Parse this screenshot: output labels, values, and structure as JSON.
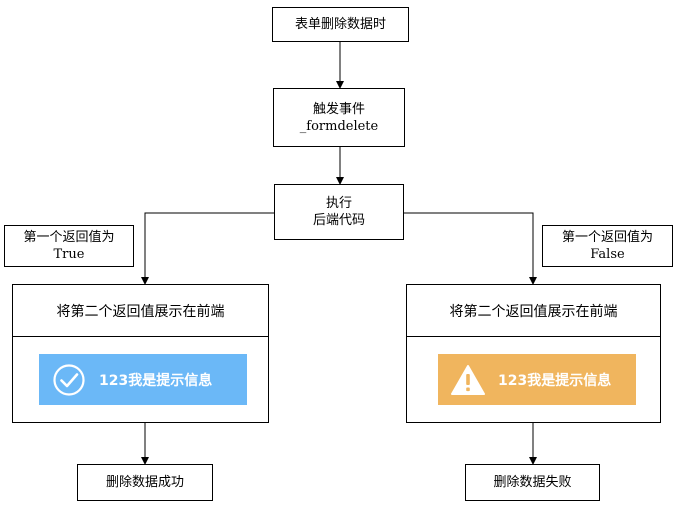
{
  "diagram": {
    "start": {
      "label": "表单删除数据时"
    },
    "event": {
      "line1": "触发事件",
      "line2": "_formdelete"
    },
    "execute": {
      "line1": "执行",
      "line2": "后端代码"
    },
    "left_condition": {
      "line1": "第一个返回值为",
      "line2": "True"
    },
    "right_condition": {
      "line1": "第一个返回值为",
      "line2": "False"
    },
    "left_panel": {
      "title": "将第二个返回值展示在前端",
      "toast": {
        "text": "123我是提示信息",
        "icon": "checkmark-circle-icon",
        "color": "#6bb8f7"
      }
    },
    "right_panel": {
      "title": "将第二个返回值展示在前端",
      "toast": {
        "text": "123我是提示信息",
        "icon": "warning-triangle-icon",
        "color": "#f0b55e"
      }
    },
    "left_result": {
      "label": "删除数据成功"
    },
    "right_result": {
      "label": "删除数据失败"
    },
    "colors": {
      "line": "#000000",
      "background": "#ffffff"
    }
  }
}
